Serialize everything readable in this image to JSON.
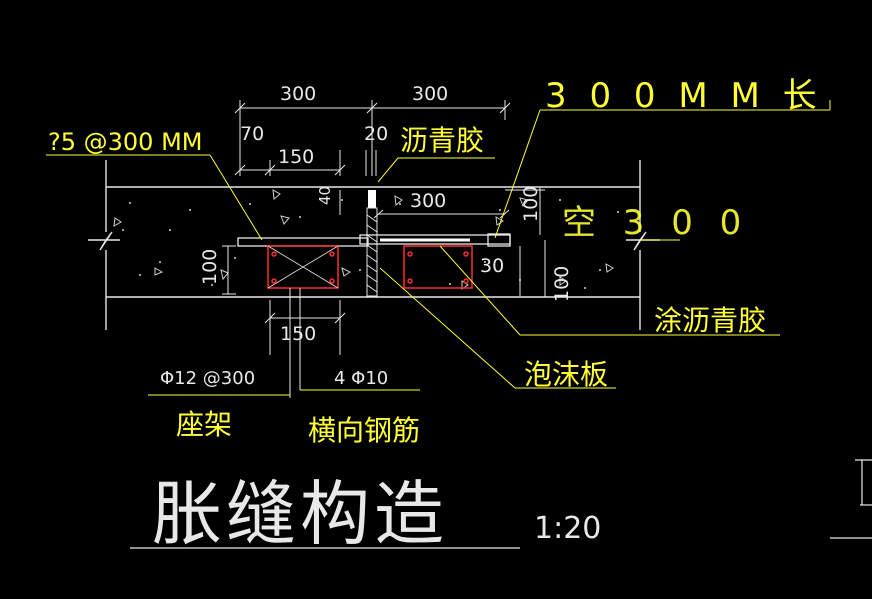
{
  "title": {
    "main": "胀缝构造",
    "scale": "1:20"
  },
  "dims": {
    "top_left_300": "300",
    "top_right_300": "300",
    "d70": "70",
    "d150_top": "150",
    "d40": "40",
    "d20": "20",
    "d300_mid": "300",
    "d100_right_v": "100",
    "d30": "30",
    "d100_right_low": "100",
    "d100_left": "100",
    "d150_bottom": "150"
  },
  "labels": {
    "dowel_spec": "?5 @300 MM",
    "asphalt_glue": "沥青胶",
    "top_long_note": "3 0 0 M M 长",
    "right_partial": "空 3 0 0",
    "coat_asphalt": "涂沥青胶",
    "foam_board": "泡沫板",
    "phi12": "Φ12 @300",
    "four_phi10": "4 Φ10",
    "seat_frame": "座架",
    "transverse_rebar": "横向钢筋"
  },
  "colors": {
    "line": "#e8e8e8",
    "accent": "#ffff33",
    "rebar": "#ff2a2a"
  }
}
